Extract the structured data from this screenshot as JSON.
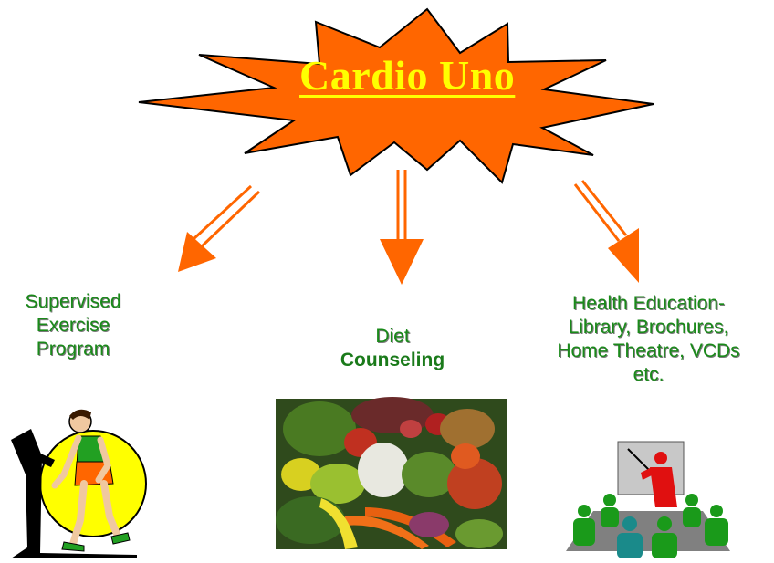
{
  "title": "Cardio Uno",
  "branches": [
    {
      "lines": [
        "Supervised",
        "Exercise",
        "Program"
      ]
    },
    {
      "lines": [
        "Diet",
        "Counseling"
      ]
    },
    {
      "lines": [
        "Health Education-",
        "Library, Brochures,",
        "Home Theatre, VCDs",
        "etc."
      ]
    }
  ],
  "colors": {
    "burst": "#ff6600",
    "title": "#ffff00",
    "arrow": "#ff6600",
    "label": "#1a8a1a"
  },
  "icons": [
    "treadmill-runner-icon",
    "vegetables-photo",
    "presentation-audience-icon"
  ]
}
